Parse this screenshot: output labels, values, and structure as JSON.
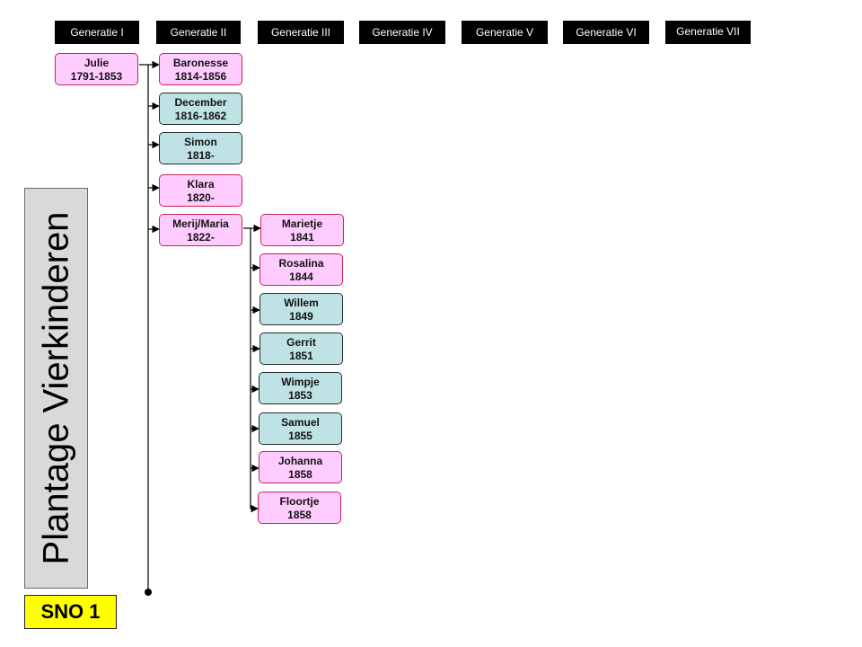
{
  "generations": [
    "Generatie I",
    "Generatie II",
    "Generatie III",
    "Generatie IV",
    "Generatie V",
    "Generatie VI",
    "Generatie VII"
  ],
  "title": "Plantage Vierkinderen",
  "badge": "SNO 1",
  "colors": {
    "female": "#ffccff",
    "male": "#bfe3e5",
    "header": "#000000",
    "badge": "#ffff00"
  },
  "root": {
    "name": "Julie",
    "years": "1791-1853",
    "sex": "female"
  },
  "children": [
    {
      "name": "Baronesse",
      "years": "1814-1856",
      "sex": "female"
    },
    {
      "name": "December",
      "years": "1816-1862",
      "sex": "male"
    },
    {
      "name": "Simon",
      "years": "1818-",
      "sex": "male"
    },
    {
      "name": "Klara",
      "years": "1820-",
      "sex": "female"
    },
    {
      "name": "Merij/Maria",
      "years": "1822-",
      "sex": "female"
    }
  ],
  "grandchildren": [
    {
      "name": "Marietje",
      "years": "1841",
      "sex": "female"
    },
    {
      "name": "Rosalina",
      "years": "1844",
      "sex": "female"
    },
    {
      "name": "Willem",
      "years": "1849",
      "sex": "male"
    },
    {
      "name": "Gerrit",
      "years": "1851",
      "sex": "male"
    },
    {
      "name": "Wimpje",
      "years": "1853",
      "sex": "male"
    },
    {
      "name": "Samuel",
      "years": "1855",
      "sex": "male"
    },
    {
      "name": "Johanna",
      "years": "1858",
      "sex": "female"
    },
    {
      "name": "Floortje",
      "years": "1858",
      "sex": "female"
    }
  ]
}
